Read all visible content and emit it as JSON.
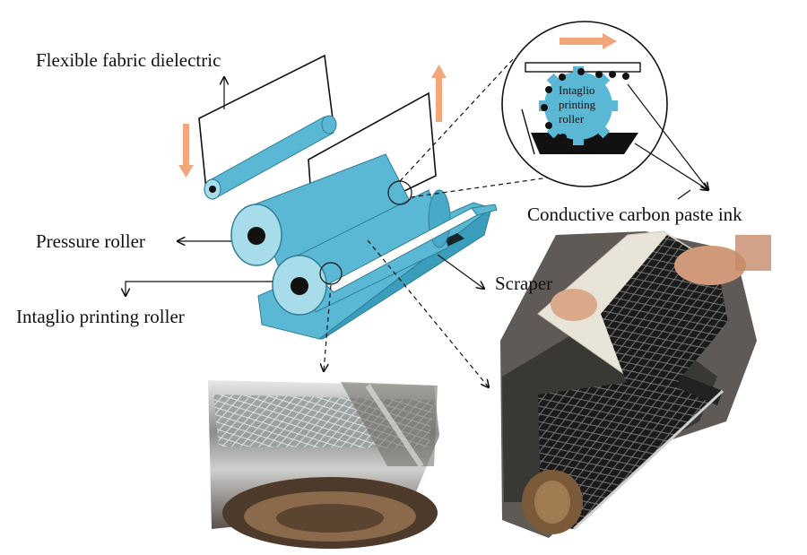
{
  "labels": {
    "fabric": "Flexible fabric dielectric",
    "ink": "Conductive carbon paste ink",
    "pressure_roller": "Pressure roller",
    "scraper": "Scraper",
    "intaglio_roller": "Intaglio printing roller"
  },
  "inset": {
    "line1": "Intaglio",
    "line2": "printing",
    "line3": "roller"
  },
  "colors": {
    "roller_blue": "#5bb8d4",
    "roller_blue_dark": "#3a9dbb",
    "roller_face": "#a9dcea",
    "arrow_orange": "#f2a67a",
    "ink_black": "#111111"
  }
}
